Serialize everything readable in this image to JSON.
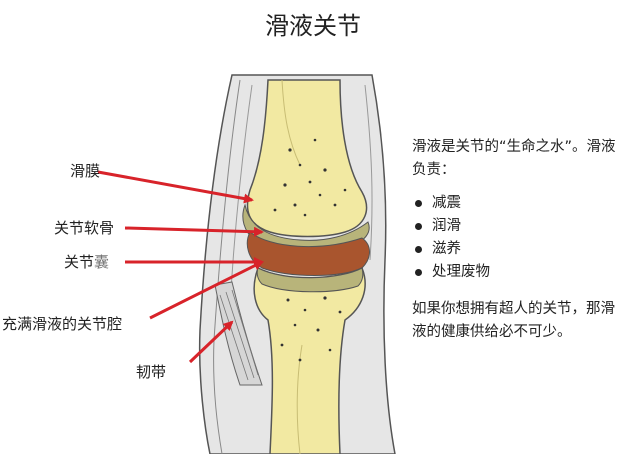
{
  "title": "滑液关节",
  "labels": {
    "synovial_membrane": "滑膜",
    "articular_cartilage": "关节软骨",
    "joint_capsule_a": "关节",
    "joint_capsule_b": "囊",
    "cavity": "充满滑液的关节腔",
    "ligament": "韧带"
  },
  "side_text": {
    "intro": "滑液是关节的“生命之水”。滑液负责：",
    "bullets": [
      "减震",
      "润滑",
      "滋养",
      "处理废物"
    ],
    "closing": "如果你想拥有超人的关节，那滑液的健康供给必不可少。"
  },
  "colors": {
    "arrow": "#d8232a",
    "bone": "#f2e9a2",
    "cartilage": "#b8b47a",
    "cavity": "#a9552e",
    "sheath": "#c9c9c9"
  }
}
